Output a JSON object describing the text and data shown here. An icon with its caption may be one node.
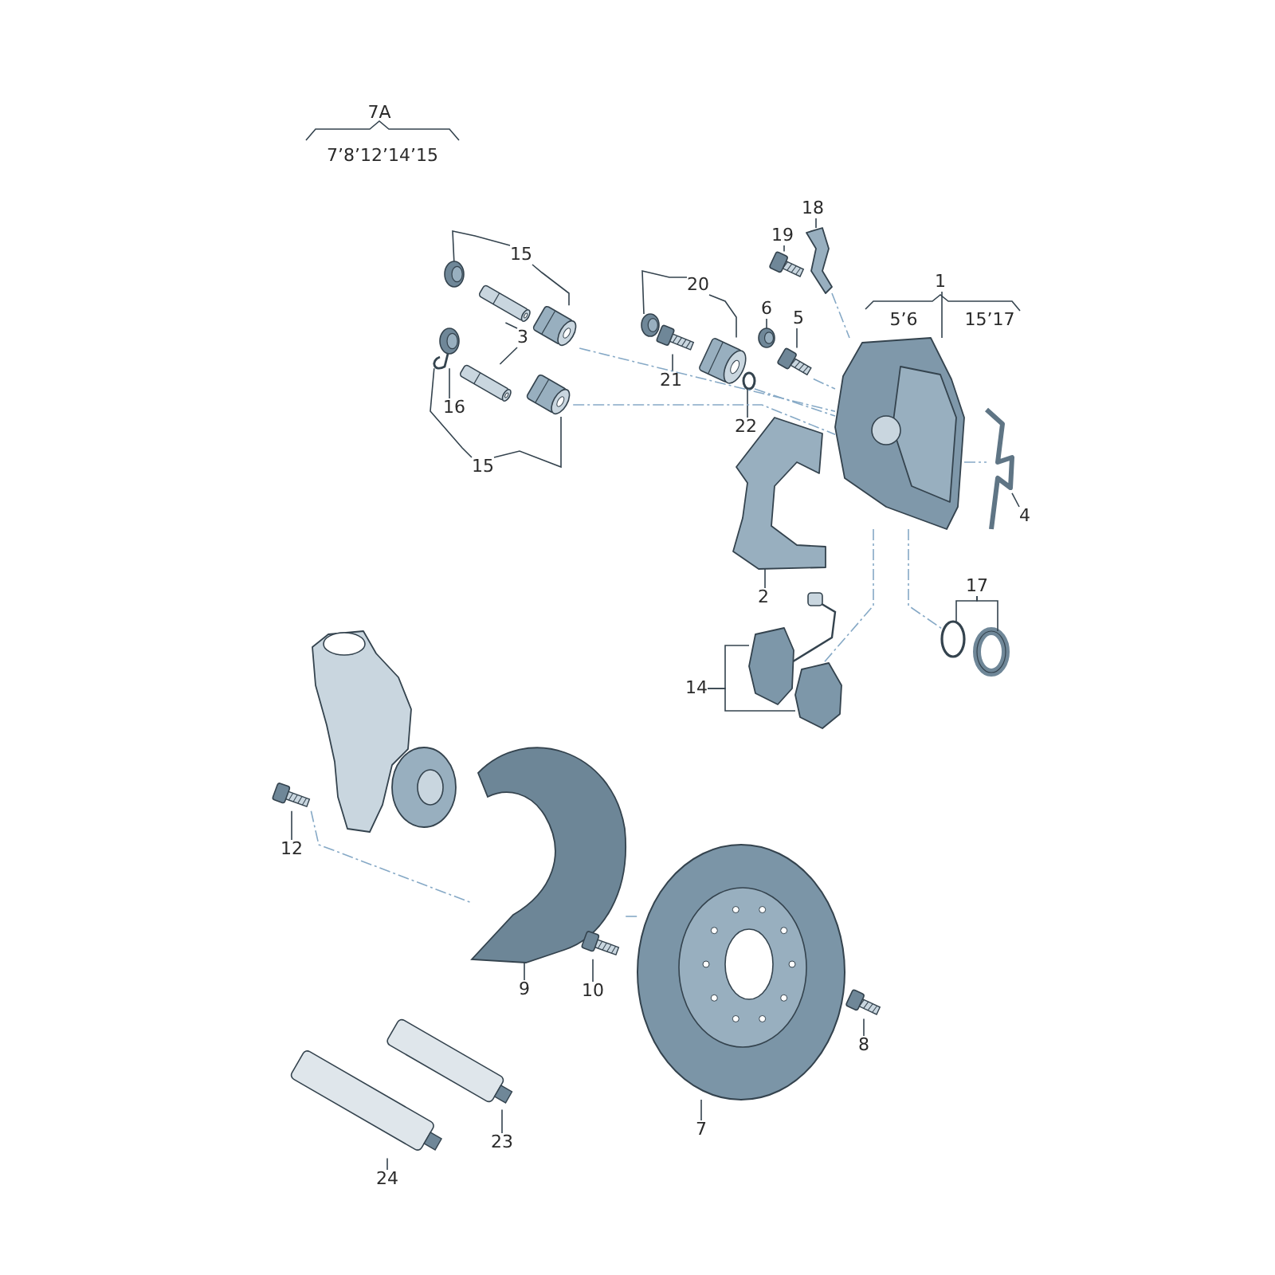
{
  "diagram": {
    "nodes": [
      {
        "text": [
          "15"
        ]
      },
      {
        "text": [
          "15"
        ]
      },
      {
        "text": [
          "16"
        ]
      },
      {
        "text": [
          "3"
        ]
      },
      {
        "text": [
          "20"
        ]
      },
      {
        "text": [
          "21"
        ]
      },
      {
        "text": [
          "22"
        ]
      },
      {
        "text": [
          "19"
        ]
      },
      {
        "text": [
          "18"
        ]
      },
      {
        "text": [
          "6"
        ]
      },
      {
        "text": [
          "5"
        ]
      },
      {
        "text": [
          "1"
        ]
      },
      {
        "text": [
          "4"
        ]
      },
      {
        "text": [
          "2"
        ]
      },
      {
        "text": [
          "17"
        ]
      },
      {
        "text": [
          "14"
        ]
      },
      {
        "text": [
          "12"
        ]
      },
      {
        "text": [
          "9"
        ]
      },
      {
        "text": [
          "10"
        ]
      },
      {
        "text": [
          "8"
        ]
      },
      {
        "text": [
          "7"
        ]
      },
      {
        "text": [
          "23"
        ]
      },
      {
        "text": [
          "24"
        ]
      },
      {
        "text": [],
        "shape": "picture"
      },
      {
        "text": [],
        "shape": "picture"
      },
      {
        "text": [],
        "shape": "picture"
      },
      {
        "text": [],
        "shape": "picture"
      },
      {
        "text": [],
        "shape": "picture"
      },
      {
        "text": [],
        "shape": "picture"
      },
      {
        "text": [],
        "shape": "picture"
      },
      {
        "text": [],
        "shape": "picture"
      },
      {
        "text": [],
        "shape": "picture"
      },
      {
        "text": [],
        "shape": "picture"
      },
      {
        "text": [],
        "shape": "picture"
      },
      {
        "text": [],
        "shape": "picture"
      },
      {
        "text": [],
        "shape": "picture"
      },
      {
        "text": [],
        "shape": "picture"
      },
      {
        "text": [],
        "shape": "picture"
      },
      {
        "text": [],
        "shape": "picture"
      },
      {
        "text": [],
        "shape": "picture"
      },
      {
        "text": [],
        "shape": "picture"
      },
      {
        "text": [],
        "shape": "picture"
      },
      {
        "text": [],
        "shape": "circle"
      },
      {
        "text": [],
        "shape": "circle"
      },
      {
        "text": [],
        "shape": "picture"
      },
      {
        "text": [],
        "shape": "picture"
      },
      {
        "text": [],
        "shape": "picture"
      },
      {
        "text": [],
        "shape": "picture"
      },
      {
        "text": [],
        "shape": "picture"
      },
      {
        "text": [],
        "shape": "cylinder"
      },
      {
        "text": [],
        "shape": "cylinder"
      }
    ],
    "edges": [
      {
        "from": 0,
        "to": 23,
        "arrow": "none"
      },
      {
        "from": 0,
        "to": 25,
        "arrow": "none"
      },
      {
        "from": 1,
        "to": 28,
        "arrow": "none"
      },
      {
        "from": 2,
        "to": 26,
        "arrow": "none"
      },
      {
        "from": 3,
        "to": 24,
        "arrow": "none"
      },
      {
        "from": 3,
        "to": 27,
        "arrow": "none"
      },
      {
        "from": 4,
        "to": 29,
        "arrow": "none"
      },
      {
        "from": 4,
        "to": 31,
        "arrow": "none"
      },
      {
        "from": 5,
        "to": 30,
        "arrow": "none"
      },
      {
        "from": 6,
        "to": 32,
        "arrow": "none"
      },
      {
        "from": 7,
        "to": 33,
        "arrow": "none"
      },
      {
        "from": 8,
        "to": 34,
        "arrow": "none"
      },
      {
        "from": 9,
        "to": 35,
        "arrow": "none"
      },
      {
        "from": 10,
        "to": 36,
        "arrow": "none"
      },
      {
        "from": 11,
        "to": 37,
        "arrow": "none"
      },
      {
        "from": 12,
        "to": 38,
        "arrow": "none"
      },
      {
        "from": 13,
        "to": 39,
        "arrow": "none"
      },
      {
        "from": 14,
        "to": 42,
        "arrow": "none"
      },
      {
        "from": 14,
        "to": 43,
        "arrow": "none"
      },
      {
        "from": 15,
        "to": 40,
        "arrow": "none"
      },
      {
        "from": 15,
        "to": 41,
        "arrow": "none"
      },
      {
        "from": 16,
        "to": 44,
        "arrow": "none"
      },
      {
        "from": 17,
        "to": 45,
        "arrow": "none"
      },
      {
        "from": 18,
        "to": 46,
        "arrow": "none"
      },
      {
        "from": 19,
        "to": 48,
        "arrow": "none"
      },
      {
        "from": 20,
        "to": 47,
        "arrow": "none"
      },
      {
        "from": 21,
        "to": 49,
        "arrow": "none"
      },
      {
        "from": 22,
        "to": 50,
        "arrow": "none"
      },
      {
        "from": 1,
        "to": 26,
        "arrow": "none"
      },
      {
        "from": 25,
        "to": 37,
        "arrow": "none",
        "style": "dashed",
        "color": "#86a9c6"
      },
      {
        "from": 28,
        "to": 37,
        "arrow": "none",
        "style": "dashed",
        "color": "#86a9c6"
      },
      {
        "from": 32,
        "to": 37,
        "arrow": "none",
        "style": "dashed",
        "color": "#86a9c6"
      },
      {
        "from": 36,
        "to": 37,
        "arrow": "none",
        "style": "dashed",
        "color": "#86a9c6"
      },
      {
        "from": 34,
        "to": 37,
        "arrow": "none",
        "style": "dashed",
        "color": "#86a9c6"
      },
      {
        "from": 37,
        "to": 38,
        "arrow": "none",
        "style": "dashed",
        "color": "#86a9c6"
      },
      {
        "from": 37,
        "to": 42,
        "arrow": "none",
        "style": "dashed",
        "color": "#86a9c6"
      },
      {
        "from": 37,
        "to": 41,
        "arrow": "none",
        "style": "dashed",
        "color": "#86a9c6"
      },
      {
        "from": 45,
        "to": 47,
        "arrow": "none",
        "style": "dashed",
        "color": "#86a9c6"
      },
      {
        "from": 44,
        "to": 45,
        "arrow": "none",
        "style": "dashed",
        "color": "#86a9c6"
      }
    ],
    "labels": [
      "7A",
      "7’8’12’14’15",
      "5’6",
      "15’17"
    ]
  }
}
